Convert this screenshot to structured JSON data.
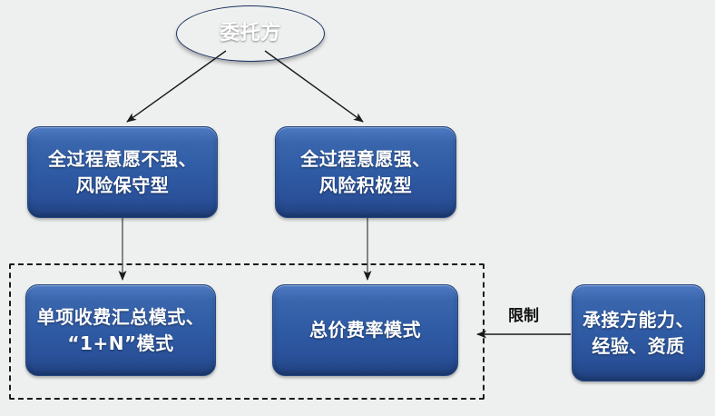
{
  "diagram": {
    "title_text": "委托方",
    "background_color": "#eef0ef",
    "node_fill_color": "#2f5ba4",
    "node_text_color": "#ffffff",
    "edge_color": "#1a1a1a",
    "nodes": {
      "client": {
        "label": "委托方",
        "shape": "ellipse"
      },
      "weak_conservative": {
        "label": "全过程意愿不强、\n风险保守型",
        "shape": "rounded-rect"
      },
      "strong_aggressive": {
        "label": "全过程意愿强、\n风险积极型",
        "shape": "rounded-rect"
      },
      "itemized_mode": {
        "label": "单项收费汇总模式、\n“1+N”模式",
        "shape": "rounded-rect"
      },
      "lump_sum_rate_mode": {
        "label": "总价费率模式",
        "shape": "rounded-rect"
      },
      "contractor_capability": {
        "label": "承接方能力、\n经验、资质",
        "shape": "rounded-rect"
      }
    },
    "edges": {
      "constraint_label": "限制"
    }
  }
}
